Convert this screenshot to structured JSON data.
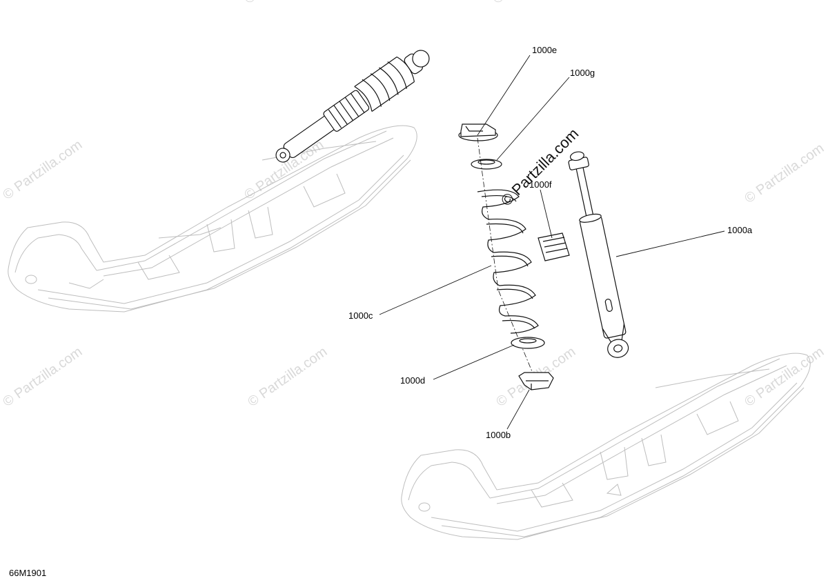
{
  "diagram": {
    "code": "66M1901",
    "callouts": {
      "e": "1000e",
      "g": "1000g",
      "f": "1000f",
      "a": "1000a",
      "c": "1000c",
      "d": "1000d",
      "b": "1000b"
    },
    "watermark": {
      "faint": "© Partzilla.com",
      "center": "© Partzilla.com"
    }
  }
}
